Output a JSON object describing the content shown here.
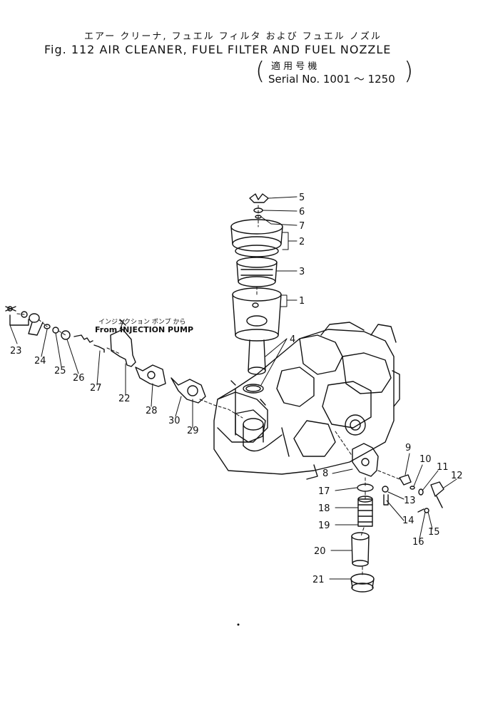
{
  "header": {
    "title_jp": "エアー クリーナ,  フュエル フィルタ  および  フュエル  ノズル",
    "title_en": "Fig. 112  AIR CLEANER, FUEL FILTER AND FUEL NOZZLE",
    "serial_jp": "適 用 号 機",
    "serial_en": "Serial   No. 1001 ～ 1250"
  },
  "note": {
    "jp": "インジェクション  ポンプ  から",
    "en": "From INJECTION PUMP"
  },
  "callouts": [
    "1",
    "2",
    "3",
    "4",
    "5",
    "6",
    "7",
    "8",
    "9",
    "10",
    "11",
    "12",
    "13",
    "14",
    "15",
    "16",
    "17",
    "18",
    "19",
    "20",
    "21",
    "22",
    "23",
    "24",
    "25",
    "26",
    "27",
    "28",
    "29",
    "30"
  ]
}
